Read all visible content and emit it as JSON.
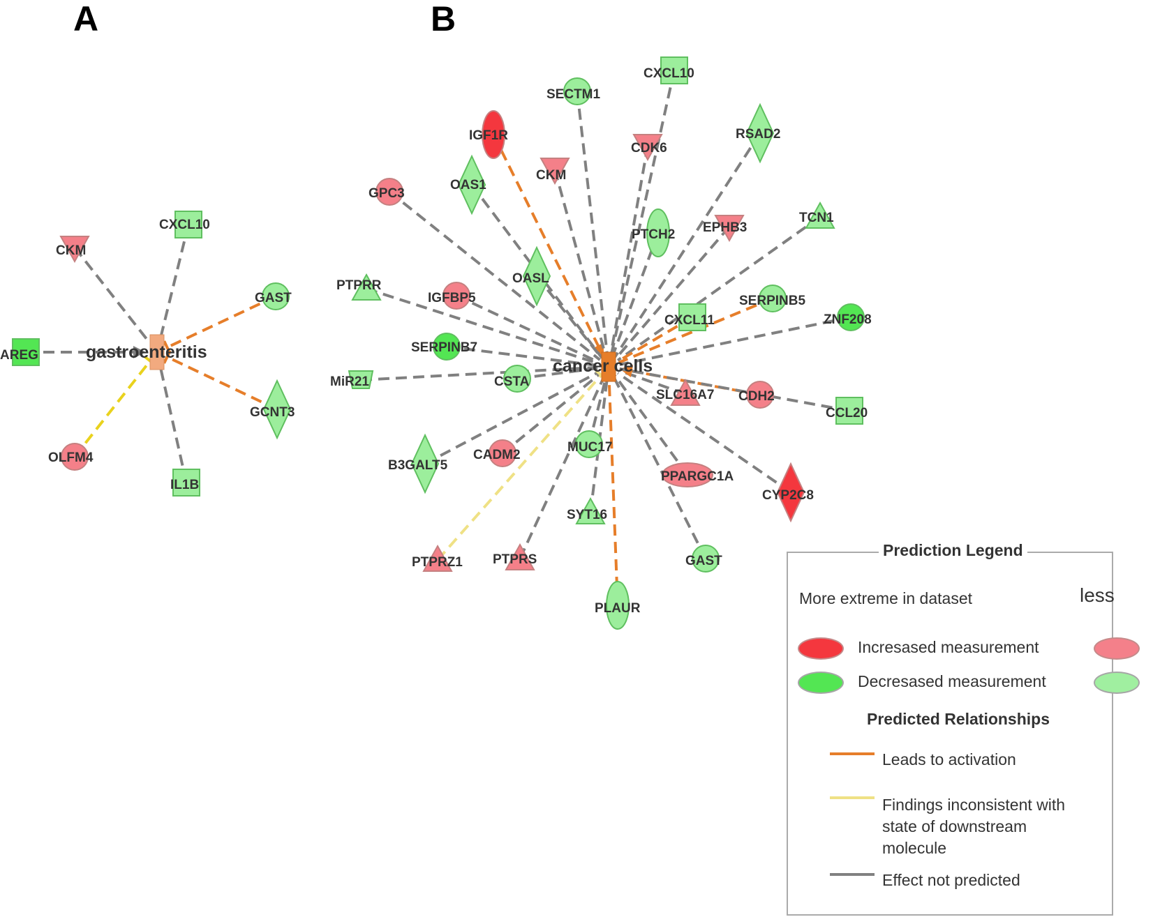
{
  "panels": {
    "a": "A",
    "b": "B"
  },
  "colors": {
    "increased_strong": "#f4373e",
    "increased_light": "#f48089",
    "decreased_strong": "#53e653",
    "decreased_light": "#9cee9c",
    "hub_a": "#f2aa7f",
    "hub_b": "#e67e2a",
    "activation": "#e67e2a",
    "inconsistent": "#efe185",
    "inconsistent_a": "#e9d21d",
    "not_predicted": "#808080"
  },
  "networkA": {
    "hub": "gastroenteritis",
    "nodes": [
      {
        "id": "AREG",
        "label": "AREG",
        "shape": "square",
        "fill": "decreased_strong",
        "edge": "not_predicted",
        "end": "arrow"
      },
      {
        "id": "CKM",
        "label": "CKM",
        "shape": "triangle-down",
        "fill": "increased_light",
        "edge": "not_predicted",
        "end": "none"
      },
      {
        "id": "CXCL10",
        "label": "CXCL10",
        "shape": "square",
        "fill": "decreased_light",
        "edge": "not_predicted",
        "end": "none"
      },
      {
        "id": "GAST",
        "label": "GAST",
        "shape": "circle",
        "fill": "decreased_light",
        "edge": "activation",
        "end": "bar"
      },
      {
        "id": "GCNT3",
        "label": "GCNT3",
        "shape": "diamond",
        "fill": "decreased_light",
        "edge": "activation",
        "end": "bar"
      },
      {
        "id": "IL1B",
        "label": "IL1B",
        "shape": "square",
        "fill": "decreased_light",
        "edge": "not_predicted",
        "end": "none"
      },
      {
        "id": "OLFM4",
        "label": "OLFM4",
        "shape": "circle",
        "fill": "increased_light",
        "edge": "inconsistent_a",
        "end": "bar"
      }
    ]
  },
  "networkB": {
    "hub": "cancer cells",
    "nodes": [
      {
        "id": "CXCL10",
        "label": "CXCL10",
        "shape": "square",
        "fill": "decreased_light",
        "edge": "not_predicted",
        "end": "none"
      },
      {
        "id": "SECTM1",
        "label": "SECTM1",
        "shape": "circle",
        "fill": "decreased_light",
        "edge": "not_predicted",
        "end": "none"
      },
      {
        "id": "IGF1R",
        "label": "IGF1R",
        "shape": "ellipse-v",
        "fill": "increased_strong",
        "edge": "activation",
        "end": "arrow"
      },
      {
        "id": "CDK6",
        "label": "CDK6",
        "shape": "triangle-down",
        "fill": "increased_light",
        "edge": "not_predicted",
        "end": "none"
      },
      {
        "id": "RSAD2",
        "label": "RSAD2",
        "shape": "diamond",
        "fill": "decreased_light",
        "edge": "not_predicted",
        "end": "none"
      },
      {
        "id": "GPC3",
        "label": "GPC3",
        "shape": "circle",
        "fill": "increased_light",
        "edge": "not_predicted",
        "end": "none"
      },
      {
        "id": "OAS1",
        "label": "OAS1",
        "shape": "diamond",
        "fill": "decreased_light",
        "edge": "not_predicted",
        "end": "none"
      },
      {
        "id": "CKM",
        "label": "CKM",
        "shape": "triangle-down",
        "fill": "increased_light",
        "edge": "not_predicted",
        "end": "none"
      },
      {
        "id": "TCN1",
        "label": "TCN1",
        "shape": "triangle",
        "fill": "decreased_light",
        "edge": "not_predicted",
        "end": "none"
      },
      {
        "id": "PTCH2",
        "label": "PTCH2",
        "shape": "ellipse-v",
        "fill": "decreased_light",
        "edge": "not_predicted",
        "end": "none"
      },
      {
        "id": "EPHB3",
        "label": "EPHB3",
        "shape": "triangle-down",
        "fill": "increased_light",
        "edge": "not_predicted",
        "end": "none"
      },
      {
        "id": "PTPRR",
        "label": "PTPRR",
        "shape": "triangle",
        "fill": "decreased_light",
        "edge": "not_predicted",
        "end": "none"
      },
      {
        "id": "IGFBP5",
        "label": "IGFBP5",
        "shape": "circle",
        "fill": "increased_light",
        "edge": "not_predicted",
        "end": "none"
      },
      {
        "id": "OASL",
        "label": "OASL",
        "shape": "diamond",
        "fill": "decreased_light",
        "edge": "not_predicted",
        "end": "none"
      },
      {
        "id": "SERPINB5",
        "label": "SERPINB5",
        "shape": "circle",
        "fill": "decreased_light",
        "edge": "activation",
        "end": "none"
      },
      {
        "id": "ZNF208",
        "label": "ZNF208",
        "shape": "circle",
        "fill": "decreased_strong",
        "edge": "not_predicted",
        "end": "none"
      },
      {
        "id": "CXCL11",
        "label": "CXCL11",
        "shape": "square",
        "fill": "decreased_light",
        "edge": "activation",
        "end": "none"
      },
      {
        "id": "SERPINB7",
        "label": "SERPINB7",
        "shape": "circle",
        "fill": "decreased_strong",
        "edge": "not_predicted",
        "end": "none"
      },
      {
        "id": "MiR21",
        "label": "MiR21",
        "shape": "pentagon",
        "fill": "decreased_light",
        "edge": "not_predicted",
        "end": "none"
      },
      {
        "id": "CSTA",
        "label": "CSTA",
        "shape": "circle",
        "fill": "decreased_light",
        "edge": "not_predicted",
        "end": "none"
      },
      {
        "id": "SLC16A7",
        "label": "SLC16A7",
        "shape": "triangle",
        "fill": "increased_light",
        "edge": "not_predicted",
        "end": "none"
      },
      {
        "id": "CDH2",
        "label": "CDH2",
        "shape": "circle",
        "fill": "increased_light",
        "edge": "activation",
        "end": "arrow"
      },
      {
        "id": "CCL20",
        "label": "CCL20",
        "shape": "square",
        "fill": "decreased_light",
        "edge": "not_predicted",
        "end": "none"
      },
      {
        "id": "B3GALT5",
        "label": "B3GALT5",
        "shape": "diamond",
        "fill": "decreased_light",
        "edge": "not_predicted",
        "end": "none"
      },
      {
        "id": "CADM2",
        "label": "CADM2",
        "shape": "circle",
        "fill": "increased_light",
        "edge": "not_predicted",
        "end": "none"
      },
      {
        "id": "MUC17",
        "label": "MUC17",
        "shape": "circle",
        "fill": "decreased_light",
        "edge": "not_predicted",
        "end": "none"
      },
      {
        "id": "PPARGC1A",
        "label": "PPARGC1A",
        "shape": "ellipse-h",
        "fill": "increased_light",
        "edge": "not_predicted",
        "end": "none"
      },
      {
        "id": "CYP2C8",
        "label": "CYP2C8",
        "shape": "diamond",
        "fill": "increased_strong",
        "edge": "not_predicted",
        "end": "none"
      },
      {
        "id": "SYT16",
        "label": "SYT16",
        "shape": "triangle",
        "fill": "decreased_light",
        "edge": "not_predicted",
        "end": "none"
      },
      {
        "id": "PTPRZ1",
        "label": "PTPRZ1",
        "shape": "triangle",
        "fill": "increased_light",
        "edge": "inconsistent",
        "end": "bar"
      },
      {
        "id": "PTPRS",
        "label": "PTPRS",
        "shape": "triangle",
        "fill": "increased_light",
        "edge": "not_predicted",
        "end": "none"
      },
      {
        "id": "GAST",
        "label": "GAST",
        "shape": "circle",
        "fill": "decreased_light",
        "edge": "not_predicted",
        "end": "none"
      },
      {
        "id": "PLAUR",
        "label": "PLAUR",
        "shape": "ellipse-v",
        "fill": "decreased_light",
        "edge": "activation",
        "end": "bar"
      }
    ]
  },
  "legend": {
    "title": "Prediction Legend",
    "more": "More extreme in dataset",
    "less": "less",
    "increased": "Incresased measurement",
    "decreased": "Decresased measurement",
    "relationships_title": "Predicted Relationships",
    "activation": "Leads to activation",
    "inconsistent": "Findings inconsistent with state of downstream molecule",
    "not_predicted": "Effect not predicted"
  }
}
